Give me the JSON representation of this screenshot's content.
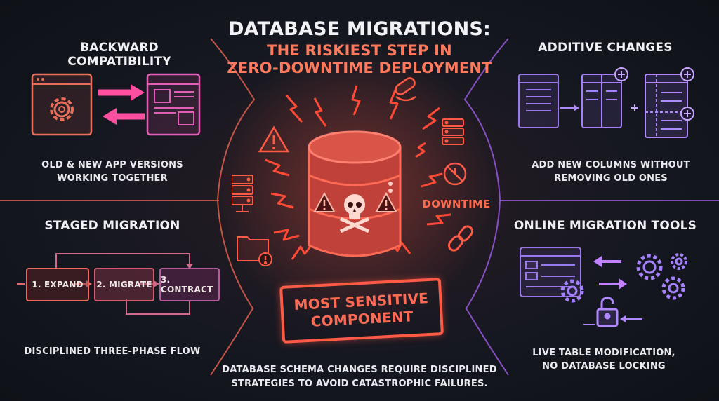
{
  "title": {
    "main": "DATABASE MIGRATIONS:",
    "line2": "THE RISKIEST STEP IN",
    "line3": "ZERO-DOWNTIME DEPLOYMENT"
  },
  "backward_compatibility": {
    "title": "BACKWARD COMPATIBILITY",
    "caption_line1": "OLD & NEW APP VERSIONS",
    "caption_line2": "WORKING TOGETHER"
  },
  "staged_migration": {
    "title": "STAGED MIGRATION",
    "phases": [
      "1. EXPAND",
      "2. MIGRATE",
      "3. CONTRACT"
    ],
    "caption": "DISCIPLINED THREE-PHASE FLOW"
  },
  "additive_changes": {
    "title": "ADDITIVE CHANGES",
    "caption_line1": "ADD NEW COLUMNS WITHOUT",
    "caption_line2": "REMOVING OLD ONES"
  },
  "online_migration_tools": {
    "title": "ONLINE MIGRATION TOOLS",
    "caption_line1": "LIVE TABLE MODIFICATION,",
    "caption_line2": "NO DATABASE LOCKING"
  },
  "center": {
    "downtime_label": "DOWNTIME",
    "stamp_line1": "MOST SENSITIVE",
    "stamp_line2": "COMPONENT"
  },
  "footer": {
    "line1": "DATABASE SCHEMA CHANGES REQUIRE DISCIPLINED",
    "line2": "STRATEGIES TO AVOID CATASTROPHIC FAILURES."
  },
  "colors": {
    "accent_red": "#ff6a4e",
    "accent_pink": "#e8489a",
    "accent_purple": "#9a6ae8",
    "background": "#161821"
  },
  "icons": [
    "gear-icon",
    "browser-window-icon",
    "swap-arrows-icon",
    "warning-icon",
    "skull-crossbones-icon",
    "database-icon",
    "server-rack-icon",
    "broken-link-icon",
    "folder-warning-icon",
    "pill-icon",
    "table-columns-icon",
    "plus-icon",
    "padlock-icon",
    "gears-icon"
  ]
}
